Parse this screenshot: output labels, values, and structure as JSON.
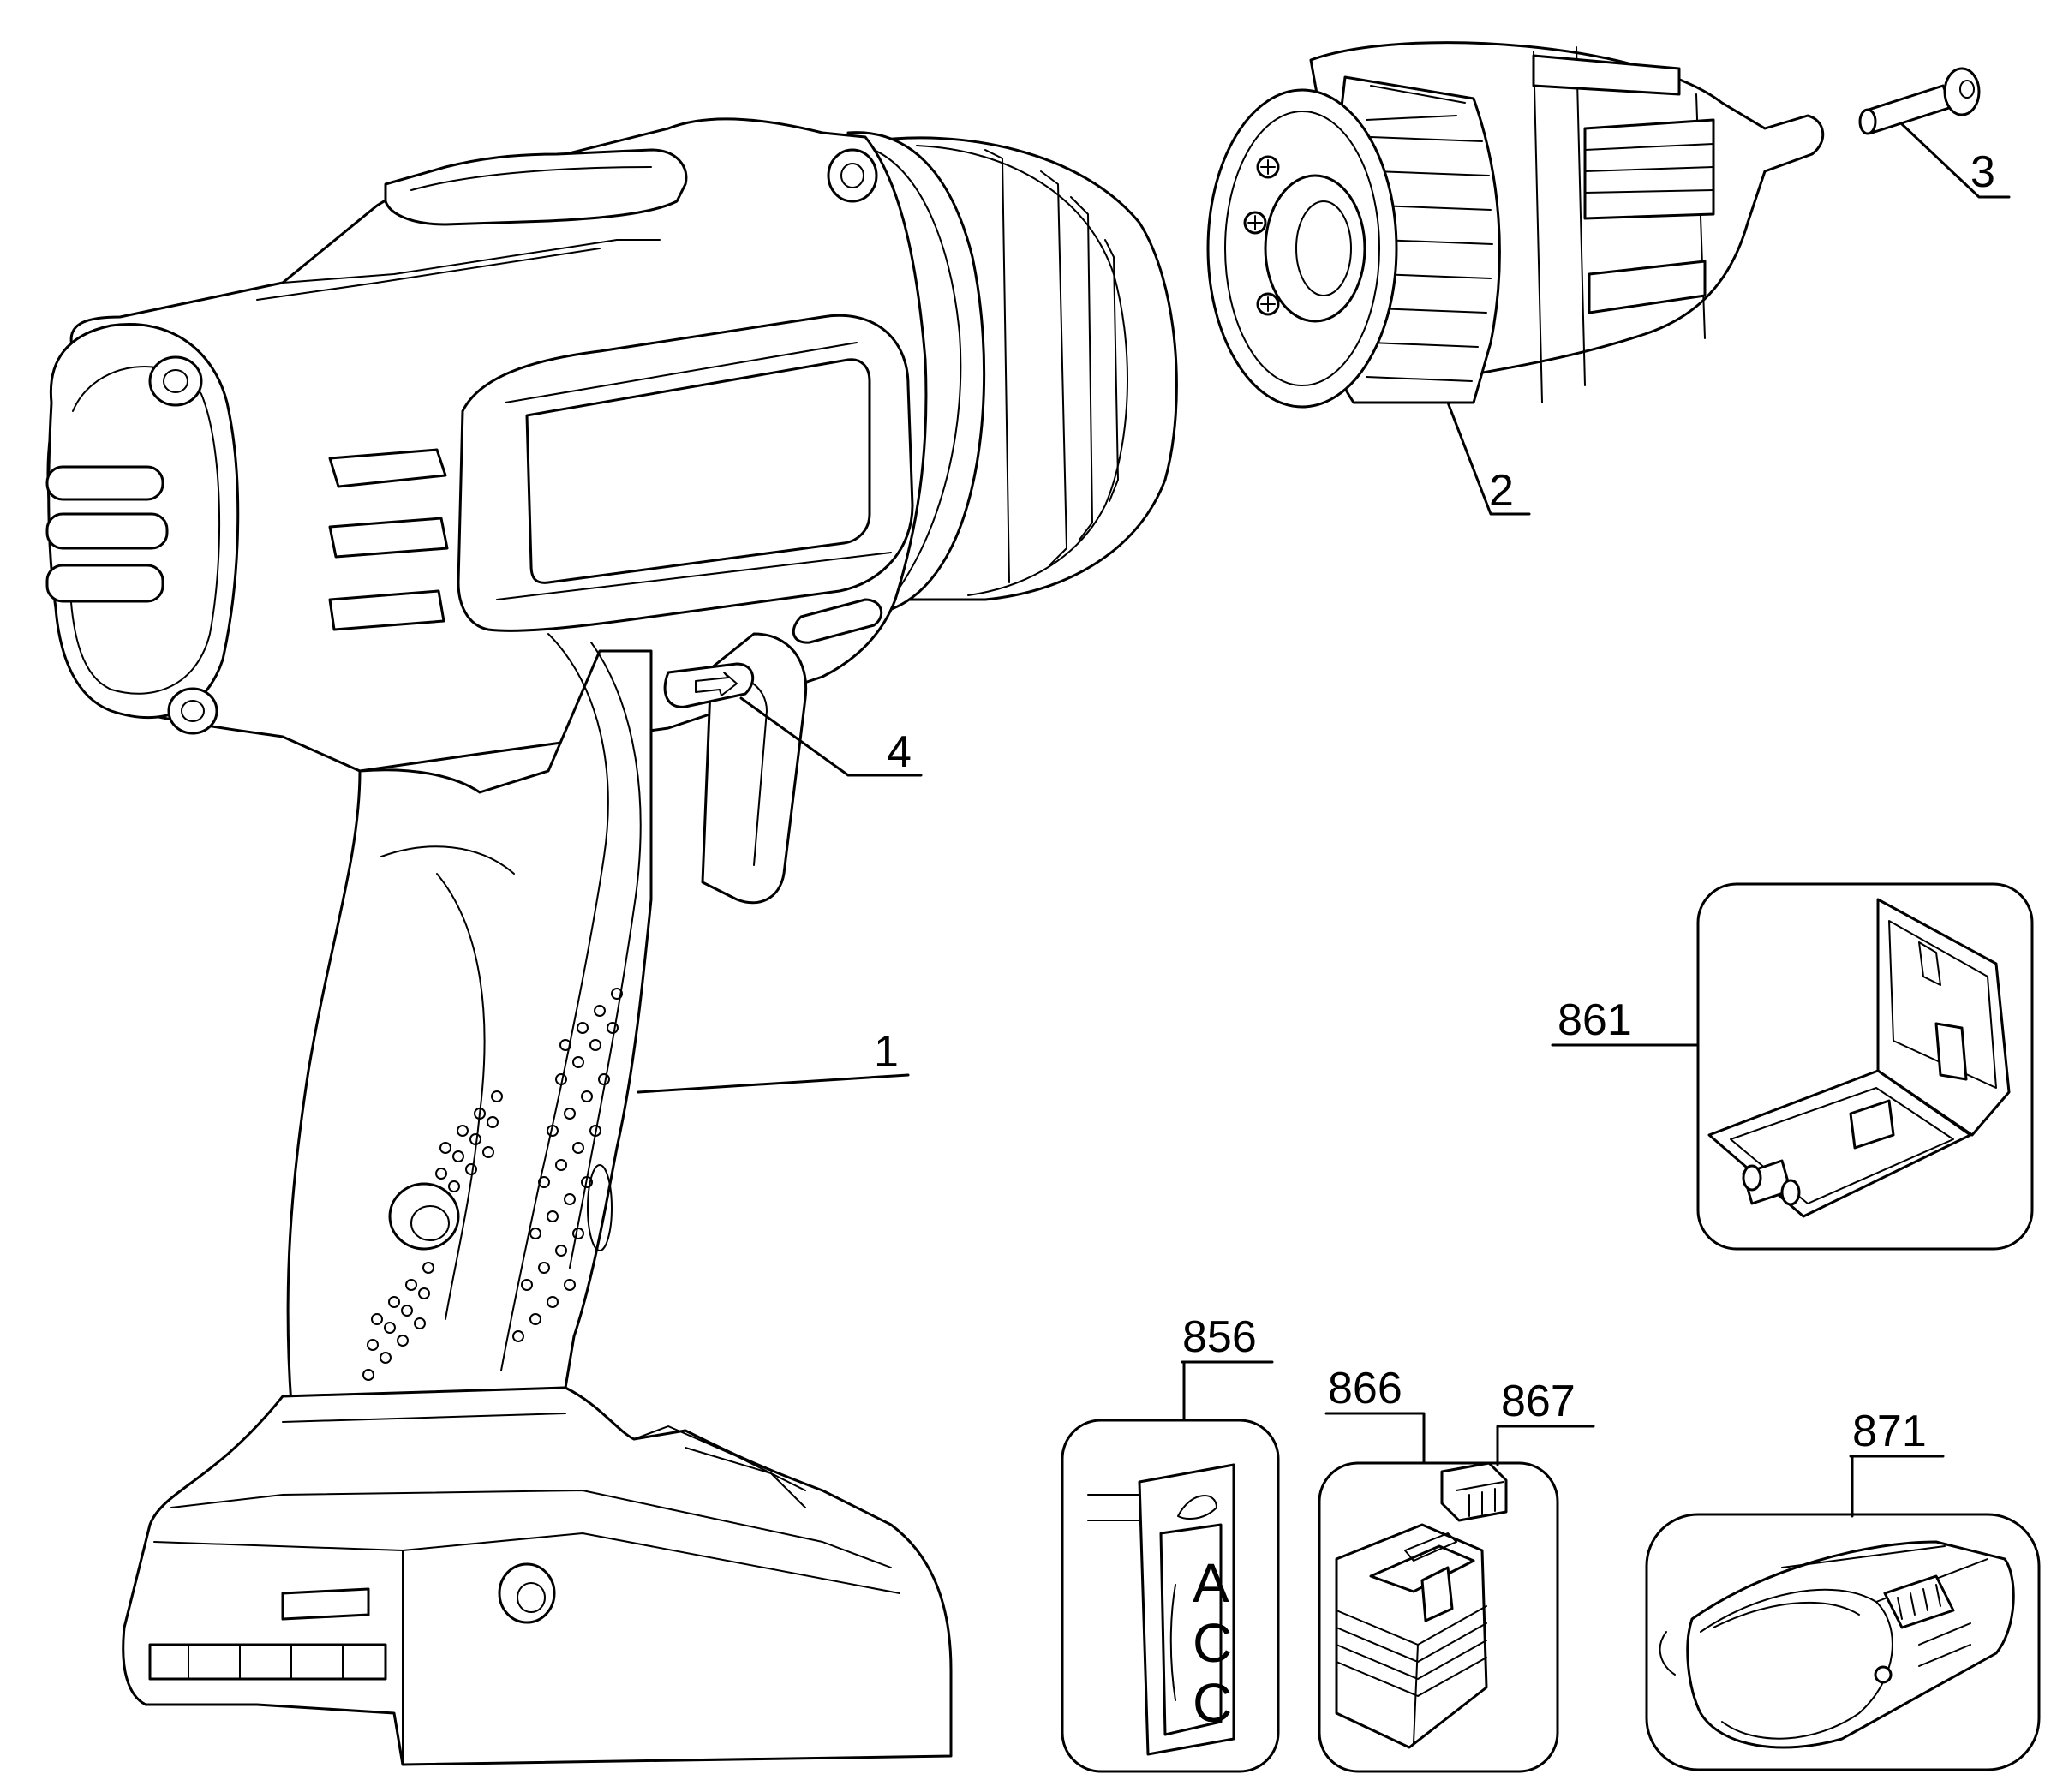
{
  "parts": [
    {
      "id": "1",
      "description": "drill housing"
    },
    {
      "id": "2",
      "description": "chuck"
    },
    {
      "id": "3",
      "description": "chuck screw"
    },
    {
      "id": "4",
      "description": "forward/reverse switch"
    },
    {
      "id": "856",
      "description": "hang tag"
    },
    {
      "id": "861",
      "description": "carrying case"
    },
    {
      "id": "866",
      "description": "battery pack"
    },
    {
      "id": "867",
      "description": "battery terminal cover"
    },
    {
      "id": "871",
      "description": "charger"
    }
  ],
  "labels": {
    "p1": "1",
    "p2": "2",
    "p3": "3",
    "p4": "4",
    "p856": "856",
    "p861": "861",
    "p866": "866",
    "p867": "867",
    "p871": "871"
  },
  "tag_text": {
    "a": "A",
    "c1": "C",
    "c2": "C"
  }
}
